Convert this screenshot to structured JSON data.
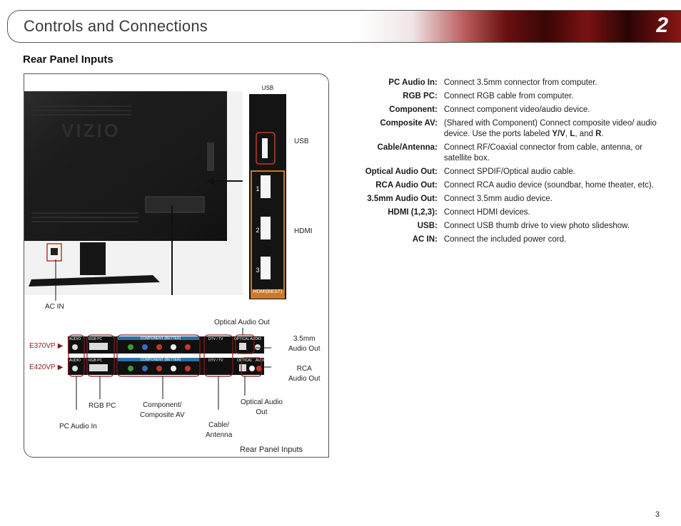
{
  "header": {
    "title": "Controls and Connections",
    "chapter": "2"
  },
  "section": {
    "title": "Rear Panel Inputs"
  },
  "figure": {
    "caption": "Rear Panel Inputs",
    "side_panel": {
      "usb_label": "USB",
      "hdmi_numbers": [
        "1",
        "2",
        "3"
      ],
      "hdmi_badge": "HDMI(BEST)"
    },
    "models": [
      "E370VP",
      "E420VP"
    ],
    "callouts": {
      "usb": "USB",
      "hdmi": "HDMI",
      "ac_in": "AC IN",
      "optical_top": "Optical Audio Out",
      "audio_35": [
        "3.5mm",
        "Audio Out"
      ],
      "rca": [
        "RCA",
        "Audio Out"
      ],
      "rgb_pc": "RGB PC",
      "component": [
        "Component/",
        "Composite AV"
      ],
      "pc_audio": "PC Audio In",
      "cable": [
        "Cable/",
        "Antenna"
      ],
      "optical_bottom": [
        "Optical Audio",
        "Out"
      ]
    },
    "bar_labels": {
      "top": {
        "audio": "AUDIO",
        "rgb": "RGB PC",
        "component": "COMPONENT (BETTER)",
        "dtv": "DTV / TV",
        "optical": "OPTICAL AUDIO"
      },
      "bottom": {
        "audio": "AUDIO",
        "rgb": "RGB PC",
        "component": "COMPONENT (BETTER)",
        "dtv": "DTV / TV",
        "optical": "OPTICAL",
        "audio_out": "AUDIO OUT"
      }
    }
  },
  "specs": [
    {
      "term": "PC Audio In:",
      "definition": "Connect 3.5mm connector from computer."
    },
    {
      "term": "RGB PC:",
      "definition": "Connect RGB cable from computer."
    },
    {
      "term": "Component:",
      "definition": "Connect component video/audio device."
    },
    {
      "term": "Composite AV:",
      "definition_parts": [
        "(Shared with Component) Connect composite video/ audio device. Use the ports labeled ",
        "Y/V",
        ", ",
        "L",
        ", and ",
        "R",
        "."
      ]
    },
    {
      "term": "Cable/Antenna:",
      "definition": "Connect RF/Coaxial connector from cable, antenna, or satellite box."
    },
    {
      "term": "Optical Audio Out:",
      "definition": "Connect SPDIF/Optical audio cable."
    },
    {
      "term": "RCA Audio Out:",
      "definition": "Connect RCA audio device (soundbar, home theater, etc)."
    },
    {
      "term": "3.5mm Audio Out:",
      "definition": "Connect 3.5mm audio device."
    },
    {
      "term": "HDMI (1,2,3):",
      "definition": "Connect HDMI devices."
    },
    {
      "term": "USB:",
      "definition": "Connect USB thumb drive to view photo slideshow."
    },
    {
      "term": "AC IN:",
      "definition": "Connect the included power cord."
    }
  ],
  "page_number": "3",
  "colors": {
    "accent": "#8a1b1b",
    "highlight": "#c0392b",
    "hdmi_border": "#c8792a",
    "bar": "#101010",
    "component_band": "#2d6fa3"
  }
}
